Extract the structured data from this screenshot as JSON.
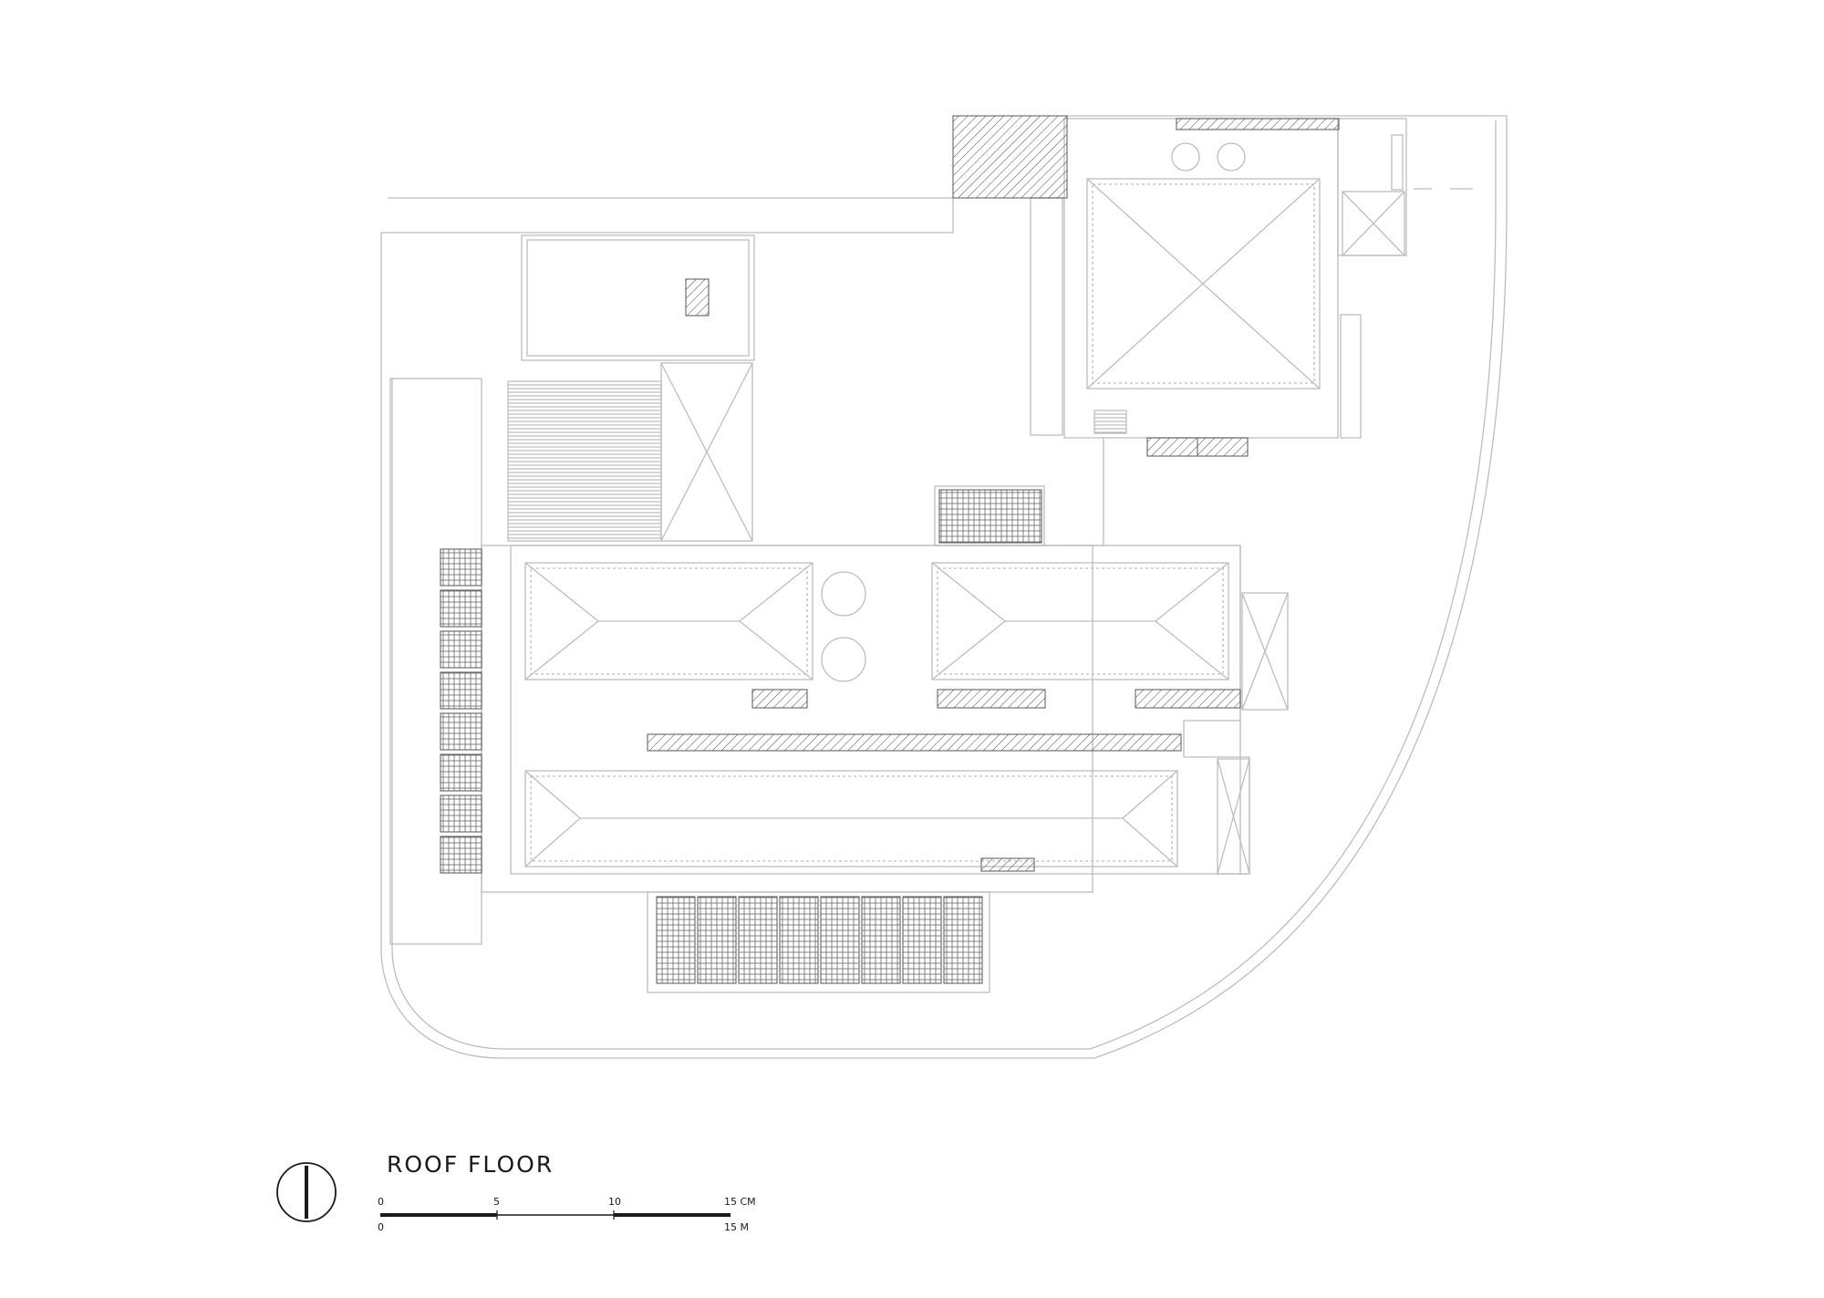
{
  "drawing": {
    "title": "ROOF FLOOR",
    "scale_top": {
      "t0": "0",
      "t1": "5",
      "t2": "10",
      "t3": "15 CM"
    },
    "scale_bottom": {
      "t0": "0",
      "t1": "15 M"
    }
  },
  "colors": {
    "line": "#bdbdbd",
    "ink": "#1a1a1a",
    "hatch": "#555555"
  },
  "icons": {
    "north": "north-arrow-icon"
  }
}
